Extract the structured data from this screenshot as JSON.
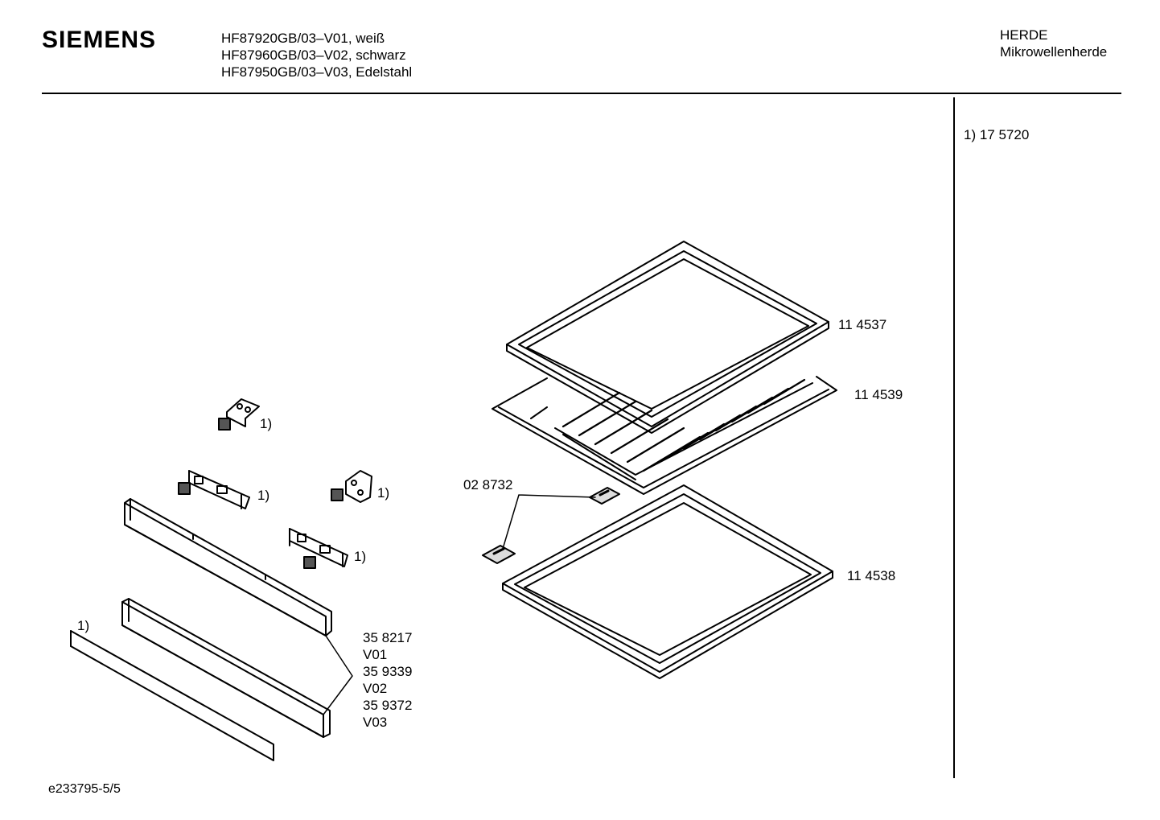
{
  "header": {
    "brand": "SIEMENS",
    "models": [
      "HF87920GB/03–V01, weiß",
      "HF87960GB/03–V02, schwarz",
      "HF87950GB/03–V03, Edelstahl"
    ],
    "category": "HERDE",
    "subcategory": "Mikrowellenherde"
  },
  "side_note": "1)  17 5720",
  "parts": {
    "baking_tray": "11 4537",
    "grill_rack": "11 4539",
    "universal_pan": "11 4538",
    "tray_slide": "02 8732",
    "bracket_top_marker": "1)",
    "bracket_left_marker": "1)",
    "bracket_right_marker": "1)",
    "bracket_lower_marker": "1)",
    "strip_marker": "1)",
    "trim_numbers": [
      "35 8217",
      "V01",
      "35 9339",
      "V02",
      "35 9372",
      "V03"
    ]
  },
  "footer": {
    "doc_id": "e233795-5/5"
  }
}
